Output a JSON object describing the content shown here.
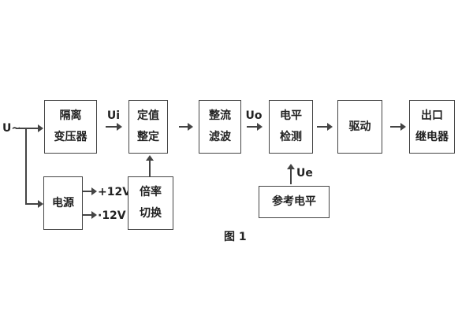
{
  "figure": {
    "caption": "图 1"
  },
  "signals": {
    "input": "U~",
    "ui": "Ui",
    "uo": "Uo",
    "ue": "Ue",
    "plus12v": "+12V",
    "minus12v": "·12V"
  },
  "blocks": {
    "isolation_transformer": {
      "line1": "隔离",
      "line2": "变压器"
    },
    "setting": {
      "line1": "定值",
      "line2": "整定"
    },
    "rectifier_filter": {
      "line1": "整流",
      "line2": "滤波"
    },
    "level_detection": {
      "line1": "电平",
      "line2": "检测"
    },
    "driver": {
      "label": "驱动"
    },
    "output_relay": {
      "line1": "出口",
      "line2": "继电器"
    },
    "power_supply": {
      "label": "电源"
    },
    "ratio_switch": {
      "line1": "倍率",
      "line2": "切换"
    },
    "reference_level": {
      "label": "参考电平"
    }
  },
  "colors": {
    "line": "#444444",
    "text": "#222222",
    "background": "#ffffff"
  }
}
